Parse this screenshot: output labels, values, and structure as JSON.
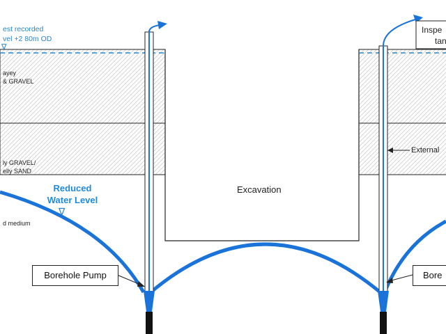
{
  "colors": {
    "water": "#1a73d9",
    "dashed_water": "#2a86c8",
    "hatch": "#bdbdbd",
    "outline": "#222222"
  },
  "labels": {
    "water_level_line1": "est recorded",
    "water_level_line2": "vel +2 80m OD",
    "water_level_marker": "∇",
    "layer1_line1": "ayey",
    "layer1_line2": "& GRAVEL",
    "layer2_line1": "ly GRAVEL/",
    "layer2_line2": "elly SAND",
    "layer3_line1": "d medium",
    "reduced_line1": "Reduced",
    "reduced_line2": "Water Level",
    "reduced_marker": "∇",
    "excavation": "Excavation",
    "external": "External",
    "inspect_line1": "Inspe",
    "inspect_line2": "tan",
    "pump_left": "Borehole Pump",
    "pump_right": "Bore"
  }
}
